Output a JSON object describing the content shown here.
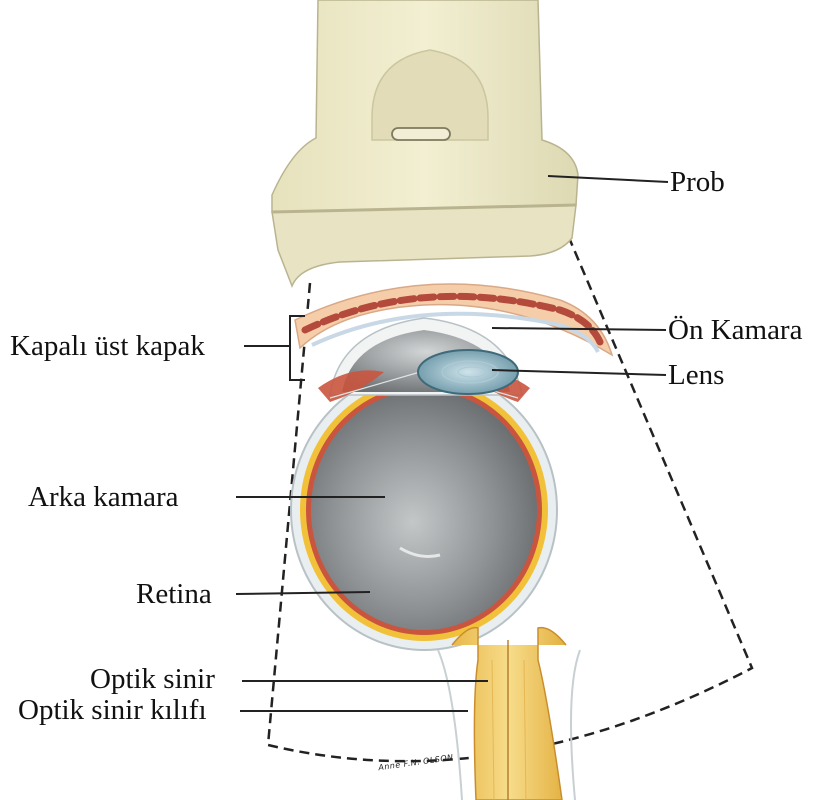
{
  "labels": {
    "prob": "Prob",
    "on_kamara": "Ön Kamara",
    "lens": "Lens",
    "kapali_ust_kapak": "Kapalı üst kapak",
    "arka_kamara": "Arka kamara",
    "retina": "Retina",
    "optik_sinir": "Optik sinir",
    "optik_sinir_kilifi": "Optik sinir kılıfı"
  },
  "signature": "Anne F.N. OLSON",
  "colors": {
    "probe_body": "#efeccb",
    "probe_shadow": "#d9d5ae",
    "globe_gray": "#8e9294",
    "lid_skin": "#f6cda9",
    "muscle_red": "#b34a3b",
    "retina_red": "#c9553f",
    "choroid_yellow": "#f2c13a",
    "nerve_yellow": "#f0c860",
    "lens_blue": "#8fb8c6"
  }
}
